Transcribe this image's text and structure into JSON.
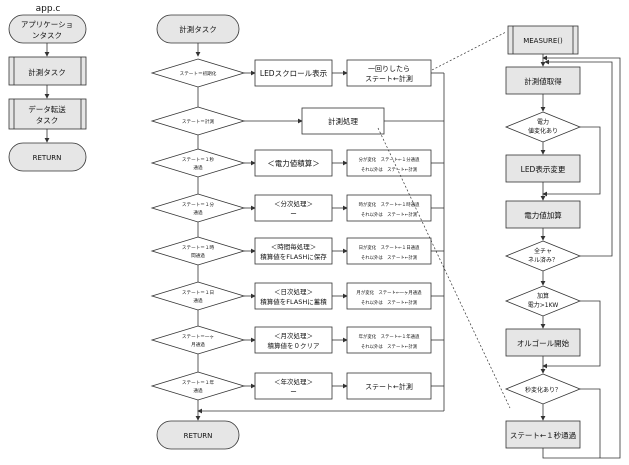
{
  "file_label": "app.c",
  "left_column": {
    "app_task": [
      "アプリケーショ",
      "ンタスク"
    ],
    "measure_task": "計測タスク",
    "transfer_task": [
      "データ転送",
      "タスク"
    ],
    "return": "RETURN"
  },
  "middle_column": {
    "start": "計測タスク",
    "decisions": [
      [
        "ステート＝初期化"
      ],
      [
        "ステート＝計測"
      ],
      [
        "ステート＝１秒",
        "通過"
      ],
      [
        "ステート＝１分",
        "通過"
      ],
      [
        "ステート＝１時",
        "間通過"
      ],
      [
        "ステート＝１日",
        "通過"
      ],
      [
        "ステート＝一ヶ",
        "月通過"
      ],
      [
        "ステート＝１年",
        "通過"
      ]
    ],
    "actions": [
      [
        "LEDスクロール表示"
      ],
      [
        "計測処理"
      ],
      [
        "＜電力値積算＞"
      ],
      [
        "＜分次処理＞",
        "ー"
      ],
      [
        "＜時間毎処理＞",
        "積算値をFLASHに保存"
      ],
      [
        "＜日次処理＞",
        "積算値をFLASHに蓄積"
      ],
      [
        "＜月次処理＞",
        "積算値を０クリア"
      ],
      [
        "＜年次処理＞",
        "ー"
      ]
    ],
    "results": [
      [
        "一回りしたら",
        "ステート←計測"
      ],
      null,
      [
        "分が変化　ステート←１分通過",
        "それ以外は　ステート←計測"
      ],
      [
        "時が変化　ステート←１時通過",
        "それ以外は　ステート←計測"
      ],
      [
        "日が変化　ステート←１日通過",
        "それ以外は　ステート←計測"
      ],
      [
        "月が変化　ステート←一ヶ月通過",
        "それ以外は　ステート←計測"
      ],
      [
        "年が変化　ステート←１年通過",
        "それ以外は　ステート←計測"
      ],
      [
        "ステート←計測"
      ]
    ],
    "return": "RETURN"
  },
  "right_column": {
    "title": "MEASURE()",
    "get_value": "計測値取得",
    "power_changed": [
      "電力",
      "値変化あり"
    ],
    "led_update": "LED表示変更",
    "power_add": "電力値加算",
    "channel_done": [
      "全チャ",
      "ネル済み？"
    ],
    "over_1kw": [
      "加算",
      "電力>1KW"
    ],
    "music_box": "オルゴール開始",
    "second_changed": "秒変化あり？",
    "state_1sec": "ステート←１秒通過"
  }
}
